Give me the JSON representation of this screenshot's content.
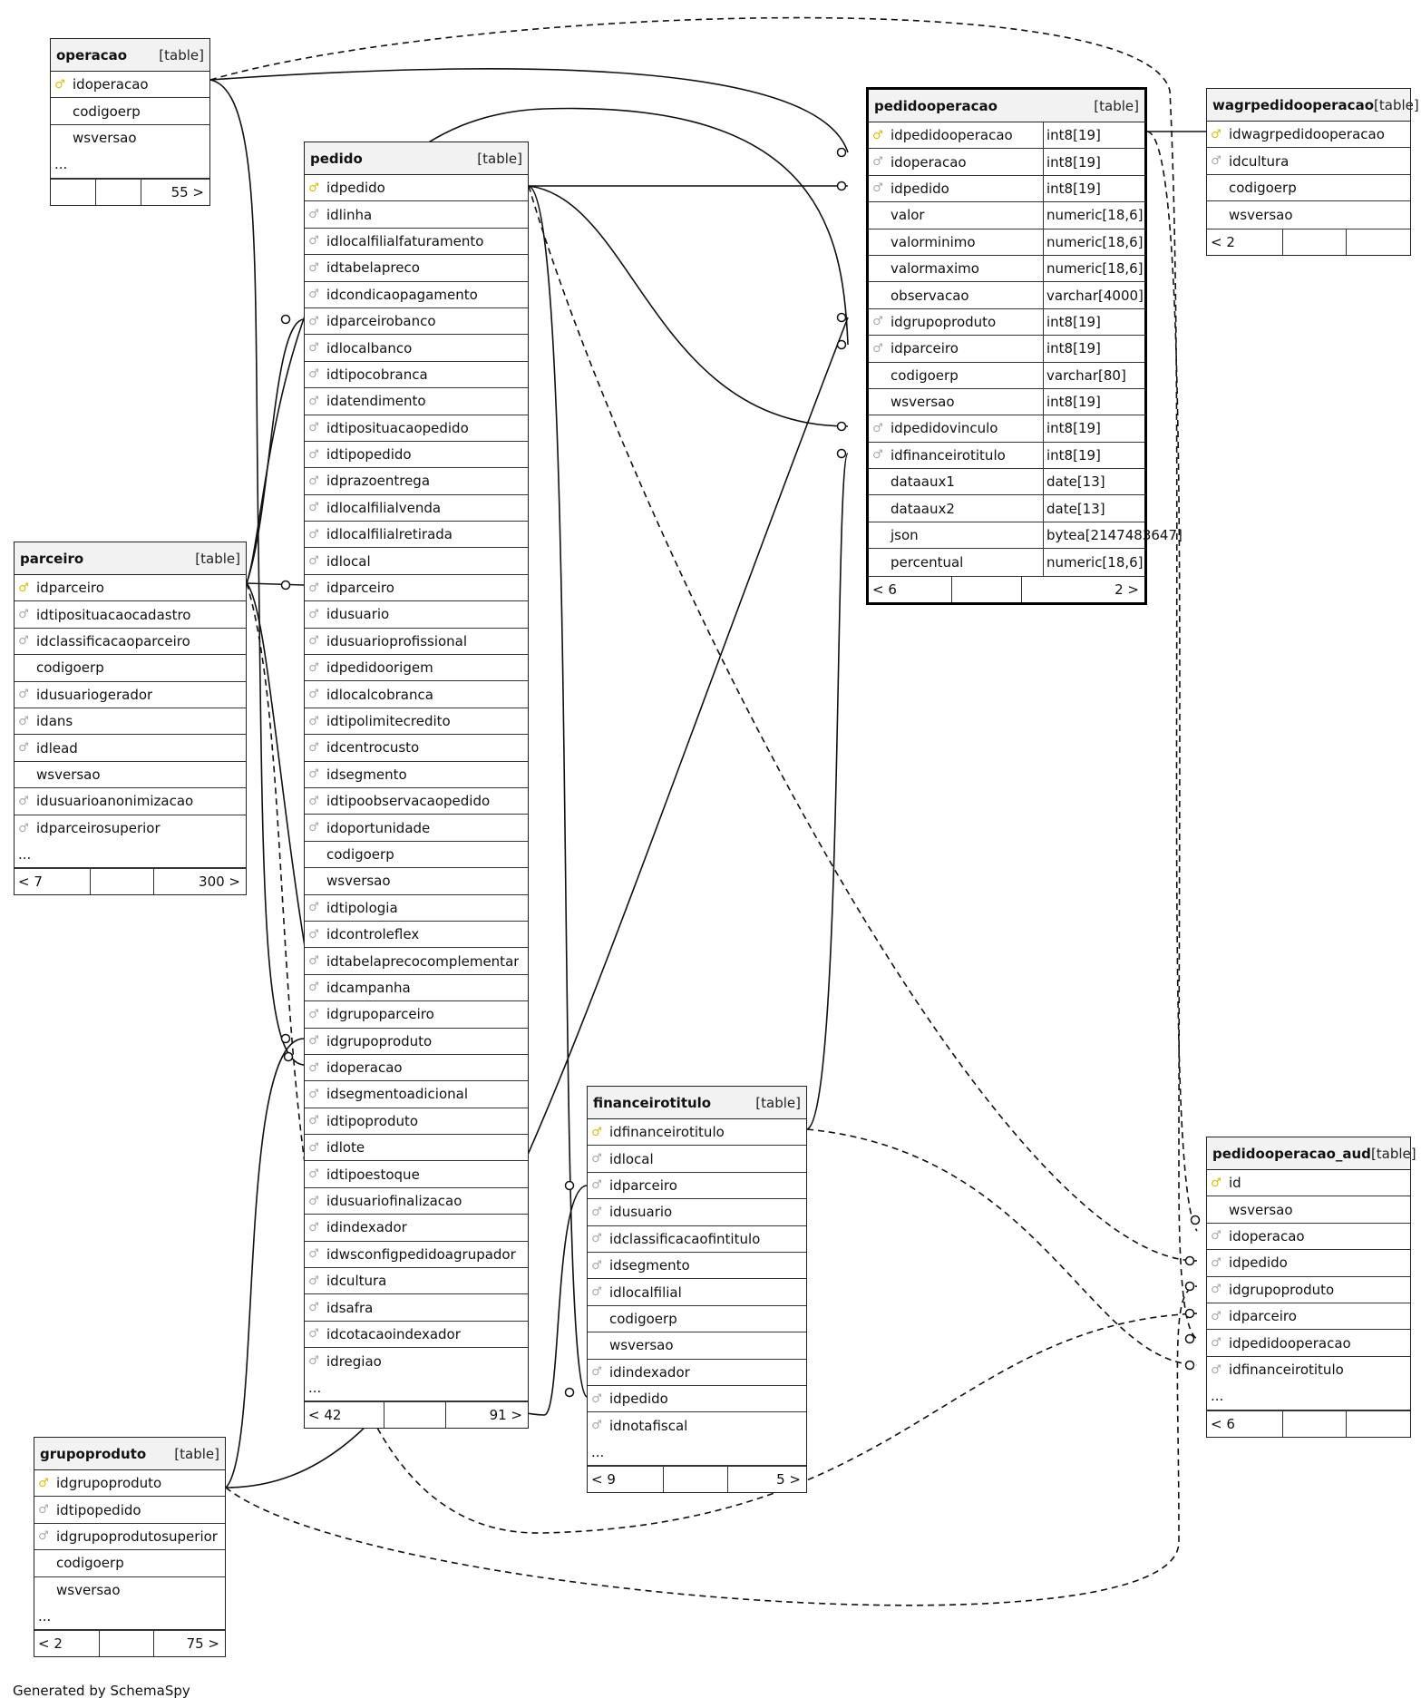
{
  "generated_by": "Generated by SchemaSpy",
  "tables": {
    "operacao": {
      "name": "operacao",
      "type": "[table]",
      "columns": [
        {
          "key": "pk",
          "name": "idoperacao"
        },
        {
          "key": "",
          "name": "codigoerp"
        },
        {
          "key": "",
          "name": "wsversao"
        }
      ],
      "ellipsis": "...",
      "footer": {
        "left": "",
        "right": "55 >"
      }
    },
    "pedido": {
      "name": "pedido",
      "type": "[table]",
      "columns": [
        {
          "key": "pk",
          "name": "idpedido"
        },
        {
          "key": "fk",
          "name": "idlinha"
        },
        {
          "key": "fk",
          "name": "idlocalfilialfaturamento"
        },
        {
          "key": "fk",
          "name": "idtabelapreco"
        },
        {
          "key": "fk",
          "name": "idcondicaopagamento"
        },
        {
          "key": "fk",
          "name": "idparceirobanco"
        },
        {
          "key": "fk",
          "name": "idlocalbanco"
        },
        {
          "key": "fk",
          "name": "idtipocobranca"
        },
        {
          "key": "fk",
          "name": "idatendimento"
        },
        {
          "key": "fk",
          "name": "idtiposituacaopedido"
        },
        {
          "key": "fk",
          "name": "idtipopedido"
        },
        {
          "key": "fk",
          "name": "idprazoentrega"
        },
        {
          "key": "fk",
          "name": "idlocalfilialvenda"
        },
        {
          "key": "fk",
          "name": "idlocalfilialretirada"
        },
        {
          "key": "fk",
          "name": "idlocal"
        },
        {
          "key": "fk",
          "name": "idparceiro"
        },
        {
          "key": "fk",
          "name": "idusuario"
        },
        {
          "key": "fk",
          "name": "idusuarioprofissional"
        },
        {
          "key": "fk",
          "name": "idpedidoorigem"
        },
        {
          "key": "fk",
          "name": "idlocalcobranca"
        },
        {
          "key": "fk",
          "name": "idtipolimitecredito"
        },
        {
          "key": "fk",
          "name": "idcentrocusto"
        },
        {
          "key": "fk",
          "name": "idsegmento"
        },
        {
          "key": "fk",
          "name": "idtipoobservacaopedido"
        },
        {
          "key": "fk",
          "name": "idoportunidade"
        },
        {
          "key": "",
          "name": "codigoerp"
        },
        {
          "key": "",
          "name": "wsversao"
        },
        {
          "key": "fk",
          "name": "idtipologia"
        },
        {
          "key": "fk",
          "name": "idcontroleflex"
        },
        {
          "key": "fk",
          "name": "idtabelaprecocomplementar"
        },
        {
          "key": "fk",
          "name": "idcampanha"
        },
        {
          "key": "fk",
          "name": "idgrupoparceiro"
        },
        {
          "key": "fk",
          "name": "idgrupoproduto"
        },
        {
          "key": "fk",
          "name": "idoperacao"
        },
        {
          "key": "fk",
          "name": "idsegmentoadicional"
        },
        {
          "key": "fk",
          "name": "idtipoproduto"
        },
        {
          "key": "fk",
          "name": "idlote"
        },
        {
          "key": "fk",
          "name": "idtipoestoque"
        },
        {
          "key": "fk",
          "name": "idusuariofinalizacao"
        },
        {
          "key": "fk",
          "name": "idindexador"
        },
        {
          "key": "fk",
          "name": "idwsconfigpedidoagrupador"
        },
        {
          "key": "fk",
          "name": "idcultura"
        },
        {
          "key": "fk",
          "name": "idsafra"
        },
        {
          "key": "fk",
          "name": "idcotacaoindexador"
        },
        {
          "key": "fk",
          "name": "idregiao"
        }
      ],
      "ellipsis": "...",
      "footer": {
        "left": "< 42",
        "right": "91 >"
      }
    },
    "parceiro": {
      "name": "parceiro",
      "type": "[table]",
      "columns": [
        {
          "key": "pk",
          "name": "idparceiro"
        },
        {
          "key": "fk",
          "name": "idtiposituacaocadastro"
        },
        {
          "key": "fk",
          "name": "idclassificacaoparceiro"
        },
        {
          "key": "",
          "name": "codigoerp"
        },
        {
          "key": "fk",
          "name": "idusuariogerador"
        },
        {
          "key": "fk",
          "name": "idans"
        },
        {
          "key": "fk",
          "name": "idlead"
        },
        {
          "key": "",
          "name": "wsversao"
        },
        {
          "key": "fk",
          "name": "idusuarioanonimizacao"
        },
        {
          "key": "fk",
          "name": "idparceirosuperior"
        }
      ],
      "ellipsis": "...",
      "footer": {
        "left": "< 7",
        "right": "300 >"
      }
    },
    "pedidooperacao": {
      "name": "pedidooperacao",
      "type": "[table]",
      "columns": [
        {
          "key": "pk",
          "name": "idpedidooperacao",
          "type": "int8[19]"
        },
        {
          "key": "fk",
          "name": "idoperacao",
          "type": "int8[19]"
        },
        {
          "key": "fk",
          "name": "idpedido",
          "type": "int8[19]"
        },
        {
          "key": "",
          "name": "valor",
          "type": "numeric[18,6]"
        },
        {
          "key": "",
          "name": "valorminimo",
          "type": "numeric[18,6]"
        },
        {
          "key": "",
          "name": "valormaximo",
          "type": "numeric[18,6]"
        },
        {
          "key": "",
          "name": "observacao",
          "type": "varchar[4000]"
        },
        {
          "key": "fk",
          "name": "idgrupoproduto",
          "type": "int8[19]"
        },
        {
          "key": "fk",
          "name": "idparceiro",
          "type": "int8[19]"
        },
        {
          "key": "",
          "name": "codigoerp",
          "type": "varchar[80]"
        },
        {
          "key": "",
          "name": "wsversao",
          "type": "int8[19]"
        },
        {
          "key": "fk",
          "name": "idpedidovinculo",
          "type": "int8[19]"
        },
        {
          "key": "fk",
          "name": "idfinanceirotitulo",
          "type": "int8[19]"
        },
        {
          "key": "",
          "name": "dataaux1",
          "type": "date[13]"
        },
        {
          "key": "",
          "name": "dataaux2",
          "type": "date[13]"
        },
        {
          "key": "",
          "name": "json",
          "type": "bytea[2147483647]"
        },
        {
          "key": "",
          "name": "percentual",
          "type": "numeric[18,6]"
        }
      ],
      "footer": {
        "left": "< 6",
        "right": "2 >"
      }
    },
    "wagrpedidooperacao": {
      "name": "wagrpedidooperacao",
      "type": "[table]",
      "columns": [
        {
          "key": "pk",
          "name": "idwagrpedidooperacao"
        },
        {
          "key": "fk",
          "name": "idcultura"
        },
        {
          "key": "",
          "name": "codigoerp"
        },
        {
          "key": "",
          "name": "wsversao"
        }
      ],
      "footer": {
        "left": "< 2",
        "right": ""
      }
    },
    "financeirotitulo": {
      "name": "financeirotitulo",
      "type": "[table]",
      "columns": [
        {
          "key": "pk",
          "name": "idfinanceirotitulo"
        },
        {
          "key": "fk",
          "name": "idlocal"
        },
        {
          "key": "fk",
          "name": "idparceiro"
        },
        {
          "key": "fk",
          "name": "idusuario"
        },
        {
          "key": "fk",
          "name": "idclassificacaofintitulo"
        },
        {
          "key": "fk",
          "name": "idsegmento"
        },
        {
          "key": "fk",
          "name": "idlocalfilial"
        },
        {
          "key": "",
          "name": "codigoerp"
        },
        {
          "key": "",
          "name": "wsversao"
        },
        {
          "key": "fk",
          "name": "idindexador"
        },
        {
          "key": "fk",
          "name": "idpedido"
        },
        {
          "key": "fk",
          "name": "idnotafiscal"
        }
      ],
      "ellipsis": "...",
      "footer": {
        "left": "< 9",
        "right": "5 >"
      }
    },
    "pedidooperacao_aud": {
      "name": "pedidooperacao_aud",
      "type": "[table]",
      "columns": [
        {
          "key": "pk",
          "name": "id"
        },
        {
          "key": "",
          "name": "wsversao"
        },
        {
          "key": "fk",
          "name": "idoperacao"
        },
        {
          "key": "fk",
          "name": "idpedido"
        },
        {
          "key": "fk",
          "name": "idgrupoproduto"
        },
        {
          "key": "fk",
          "name": "idparceiro"
        },
        {
          "key": "fk",
          "name": "idpedidooperacao"
        },
        {
          "key": "fk",
          "name": "idfinanceirotitulo"
        }
      ],
      "ellipsis": "...",
      "footer": {
        "left": "< 6",
        "right": ""
      }
    },
    "grupoproduto": {
      "name": "grupoproduto",
      "type": "[table]",
      "columns": [
        {
          "key": "pk",
          "name": "idgrupoproduto"
        },
        {
          "key": "fk",
          "name": "idtipopedido"
        },
        {
          "key": "fk",
          "name": "idgrupoprodutosuperior"
        },
        {
          "key": "",
          "name": "codigoerp"
        },
        {
          "key": "",
          "name": "wsversao"
        }
      ],
      "ellipsis": "...",
      "footer": {
        "left": "< 2",
        "right": "75 >"
      }
    }
  }
}
